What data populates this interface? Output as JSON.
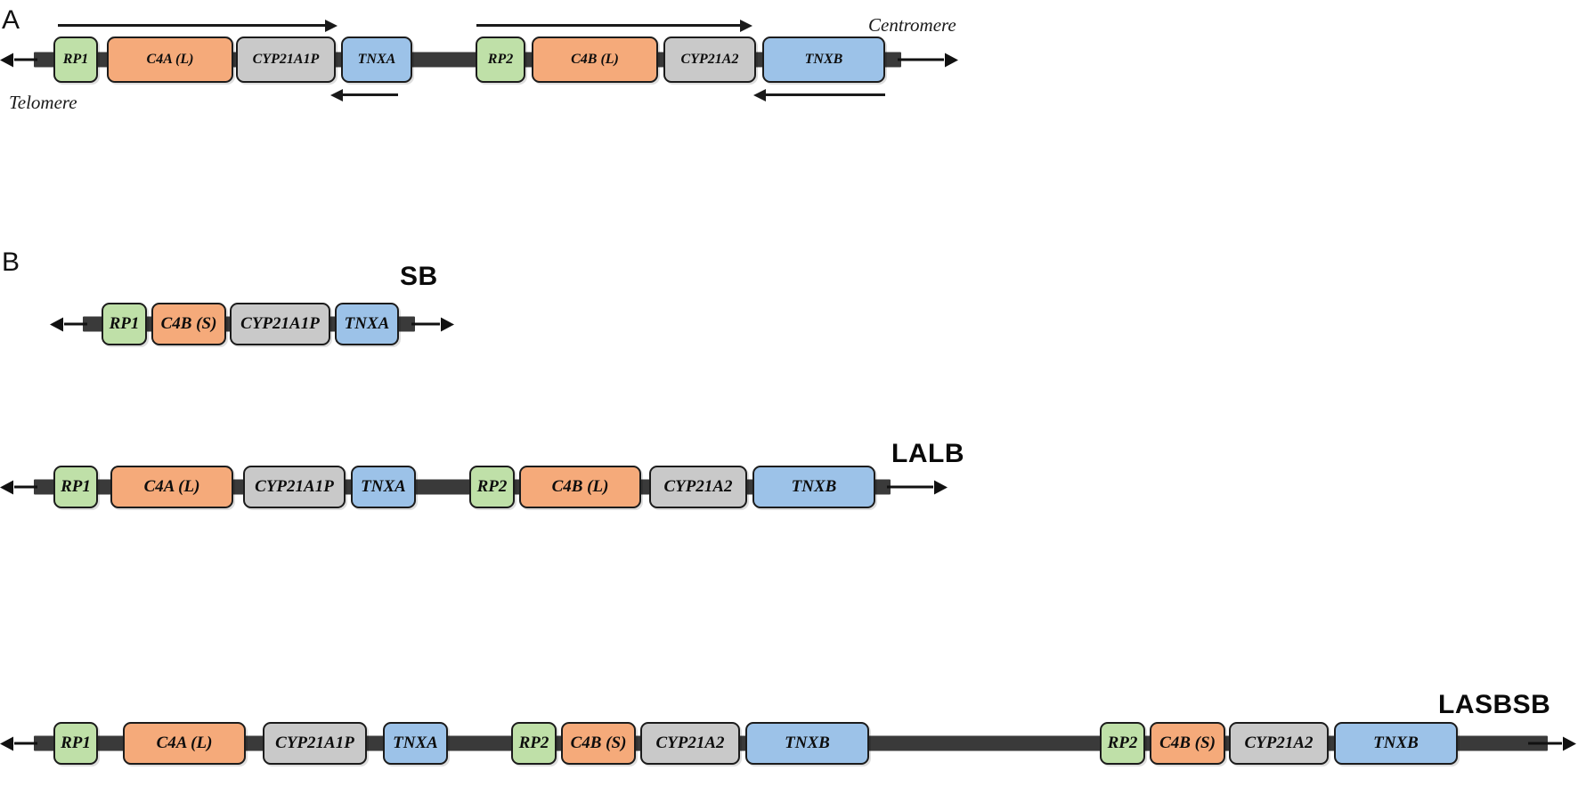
{
  "figure": {
    "panels": [
      {
        "id": "A",
        "letter": "A"
      },
      {
        "id": "B",
        "letter": "B"
      }
    ]
  },
  "panel_a": {
    "letter": "A",
    "telomere_label": "Telomere",
    "centromere_label": "Centromere",
    "genes": [
      {
        "label": "RP1",
        "color_key": "green",
        "color": "#bfe0a8"
      },
      {
        "label": "C4A (L)",
        "color_key": "orange",
        "color": "#f5aa7a"
      },
      {
        "label": "CYP21A1P",
        "color_key": "grey",
        "color": "#c9c9c9"
      },
      {
        "label": "TNXA",
        "color_key": "blue",
        "color": "#9cc2e8"
      },
      {
        "label": "RP2",
        "color_key": "green",
        "color": "#bfe0a8"
      },
      {
        "label": "C4B (L)",
        "color_key": "orange",
        "color": "#f5aa7a"
      },
      {
        "label": "CYP21A2",
        "color_key": "grey",
        "color": "#c9c9c9"
      },
      {
        "label": "TNXB",
        "color_key": "blue",
        "color": "#9cc2e8"
      }
    ],
    "direction_arrows": [
      {
        "name": "module1-forward-arrow",
        "direction": "right"
      },
      {
        "name": "tnxa-reverse-arrow",
        "direction": "left"
      },
      {
        "name": "module2-forward-arrow",
        "direction": "right"
      },
      {
        "name": "tnxb-reverse-arrow",
        "direction": "left"
      }
    ]
  },
  "panel_b": {
    "letter": "B",
    "haplotypes": [
      {
        "name": "SB",
        "genes": [
          {
            "label": "RP1",
            "color_key": "green",
            "color": "#bfe0a8"
          },
          {
            "label": "C4B (S)",
            "color_key": "orange",
            "color": "#f5aa7a"
          },
          {
            "label": "CYP21A1P",
            "color_key": "grey",
            "color": "#c9c9c9"
          },
          {
            "label": "TNXA",
            "color_key": "blue",
            "color": "#9cc2e8"
          }
        ]
      },
      {
        "name": "LALB",
        "genes": [
          {
            "label": "RP1",
            "color_key": "green",
            "color": "#bfe0a8"
          },
          {
            "label": "C4A (L)",
            "color_key": "orange",
            "color": "#f5aa7a"
          },
          {
            "label": "CYP21A1P",
            "color_key": "grey",
            "color": "#c9c9c9"
          },
          {
            "label": "TNXA",
            "color_key": "blue",
            "color": "#9cc2e8"
          },
          {
            "label": "RP2",
            "color_key": "green",
            "color": "#bfe0a8"
          },
          {
            "label": "C4B (L)",
            "color_key": "orange",
            "color": "#f5aa7a"
          },
          {
            "label": "CYP21A2",
            "color_key": "grey",
            "color": "#c9c9c9"
          },
          {
            "label": "TNXB",
            "color_key": "blue",
            "color": "#9cc2e8"
          }
        ]
      },
      {
        "name": "LASBSB",
        "genes": [
          {
            "label": "RP1",
            "color_key": "green",
            "color": "#bfe0a8"
          },
          {
            "label": "C4A (L)",
            "color_key": "orange",
            "color": "#f5aa7a"
          },
          {
            "label": "CYP21A1P",
            "color_key": "grey",
            "color": "#c9c9c9"
          },
          {
            "label": "TNXA",
            "color_key": "blue",
            "color": "#9cc2e8"
          },
          {
            "label": "RP2",
            "color_key": "green",
            "color": "#bfe0a8"
          },
          {
            "label": "C4B (S)",
            "color_key": "orange",
            "color": "#f5aa7a"
          },
          {
            "label": "CYP21A2",
            "color_key": "grey",
            "color": "#c9c9c9"
          },
          {
            "label": "TNXB",
            "color_key": "blue",
            "color": "#9cc2e8"
          },
          {
            "label": "RP2",
            "color_key": "green",
            "color": "#bfe0a8"
          },
          {
            "label": "C4B (S)",
            "color_key": "orange",
            "color": "#f5aa7a"
          },
          {
            "label": "CYP21A2",
            "color_key": "grey",
            "color": "#c9c9c9"
          },
          {
            "label": "TNXB",
            "color_key": "blue",
            "color": "#9cc2e8"
          }
        ]
      }
    ]
  },
  "palette": {
    "rp_green": "#bfe0a8",
    "c4_orange": "#f5aa7a",
    "cyp_grey": "#c9c9c9",
    "tnx_blue": "#9cc2e8",
    "backbone_dark": "#3a3a3a",
    "outline_black": "#1c1c1c",
    "background": "#ffffff"
  }
}
